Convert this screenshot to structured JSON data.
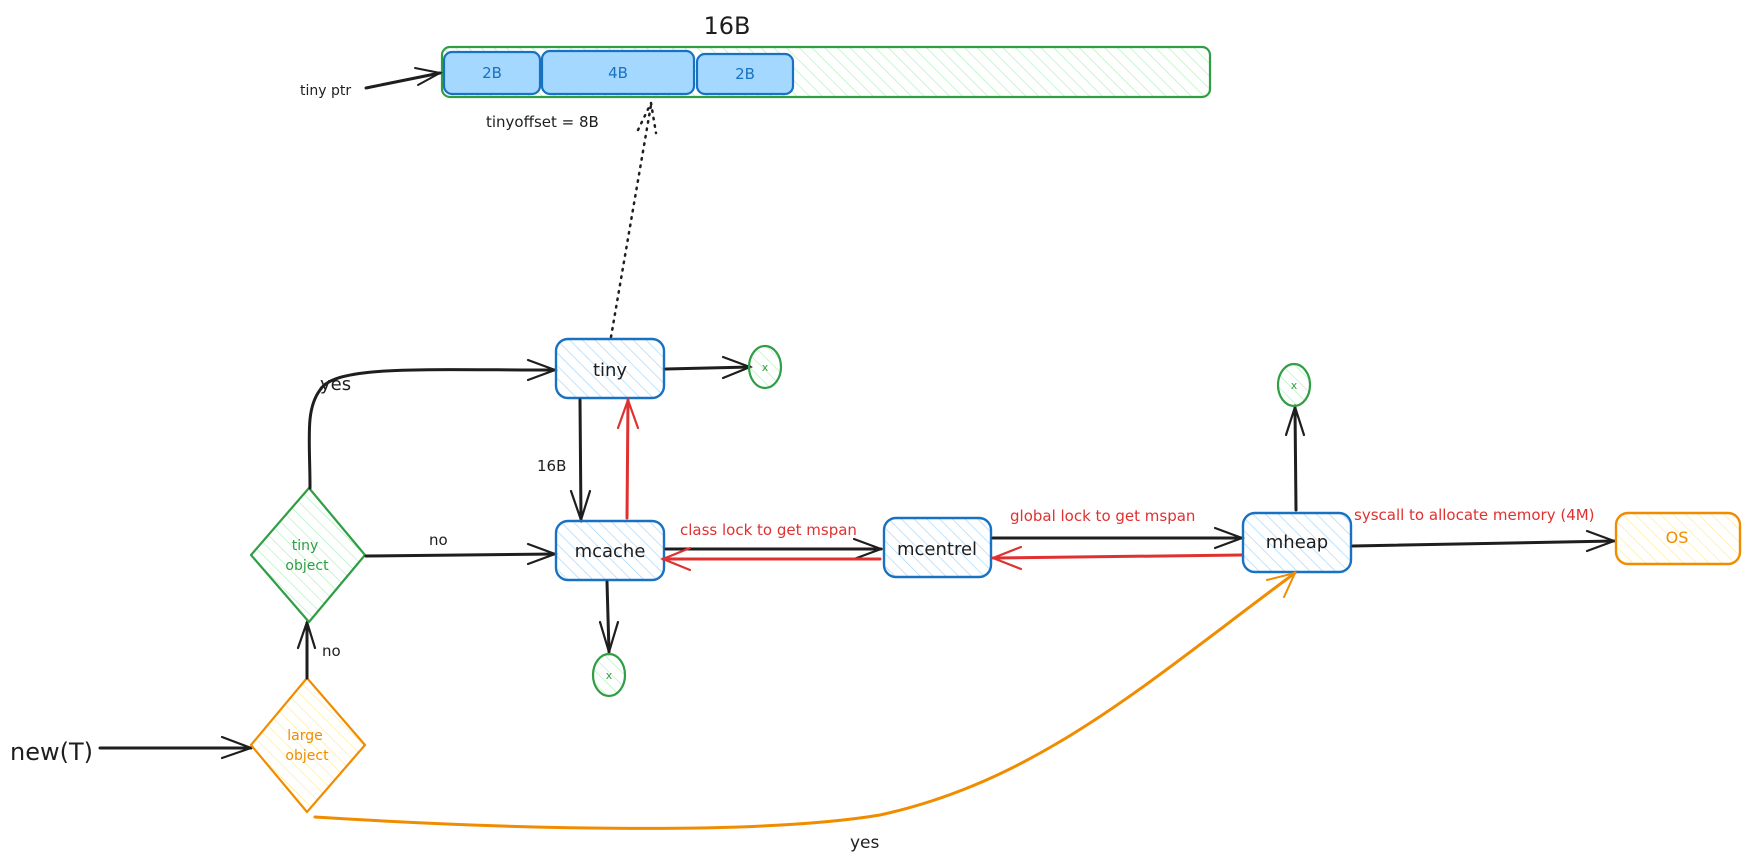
{
  "colors": {
    "black": "#1e1e1e",
    "blue_stroke": "#1971c2",
    "blue_fill": "#a5d8ff",
    "green_stroke": "#2f9e44",
    "green_fill": "#b2f2bb",
    "orange_stroke": "#f08c00",
    "orange_fill": "#ffec99",
    "red": "#e03131"
  },
  "memory_block": {
    "title": "16B",
    "pointer_label": "tiny ptr",
    "offset_label": "tinyoffset = 8B",
    "slots": [
      {
        "label": "2B"
      },
      {
        "label": "4B"
      },
      {
        "label": "2B"
      }
    ]
  },
  "entry": {
    "label": "new(T)"
  },
  "decisions": {
    "large_object": {
      "line1": "large",
      "line2": "object"
    },
    "tiny_object": {
      "line1": "tiny",
      "line2": "object"
    }
  },
  "nodes": {
    "tiny": "tiny",
    "mcache": "mcache",
    "mcentrel": "mcentrel",
    "mheap": "mheap",
    "os": "OS"
  },
  "terminals": {
    "tiny_done": "x",
    "mcache_done": "x",
    "mheap_done": "x"
  },
  "edge_labels": {
    "large_no": "no",
    "tiny_yes": "yes",
    "tiny_no": "no",
    "tiny_to_mcache": "16B",
    "mcache_to_mcentrel": "class lock to get mspan",
    "mcentrel_to_mheap": "global lock to get mspan",
    "mheap_to_os": "syscall to allocate memory (4M)",
    "large_yes": "yes"
  }
}
